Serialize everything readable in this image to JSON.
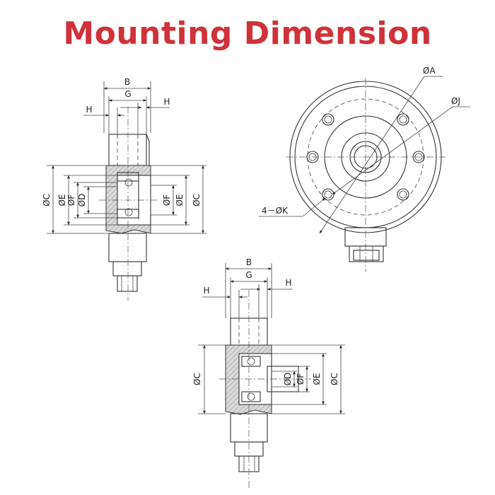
{
  "title": "Mounting Dimension",
  "colors": {
    "title": "#d0323a",
    "line": "#333333"
  },
  "left_view": {
    "B": "B",
    "G": "G",
    "H_left": "H",
    "H_right": "H",
    "C_left": "ØC",
    "E_left": "ØE",
    "F_left": "ØF",
    "D_left": "ØD",
    "F_right": "ØF",
    "E_right": "ØE",
    "C_right": "ØC"
  },
  "front_view": {
    "A": "ØA",
    "J": "ØJ",
    "K": "4－ØK"
  },
  "bottom_view": {
    "B": "B",
    "G": "G",
    "H_left": "H",
    "H_right": "H",
    "C_left": "ØC",
    "D": "ØD",
    "F": "ØF",
    "E": "ØE",
    "C_right": "ØC"
  }
}
